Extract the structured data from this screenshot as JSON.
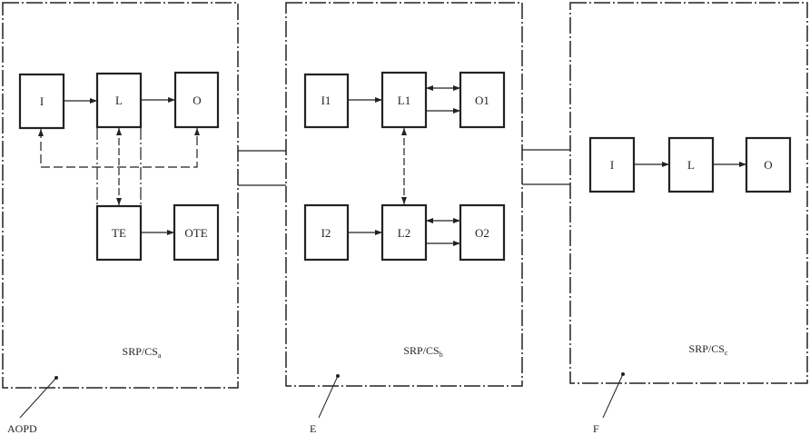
{
  "panels": [
    {
      "label": "SRP/CS",
      "sub": "a",
      "callout": "AOPD",
      "blocks": {
        "i": "I",
        "l": "L",
        "o": "O",
        "te": "TE",
        "ote": "OTE"
      }
    },
    {
      "label": "SRP/CS",
      "sub": "b",
      "callout": "E",
      "blocks": {
        "i1": "I1",
        "l1": "L1",
        "o1": "O1",
        "i2": "I2",
        "l2": "L2",
        "o2": "O2"
      }
    },
    {
      "label": "SRP/CS",
      "sub": "c",
      "callout": "F",
      "blocks": {
        "i": "I",
        "l": "L",
        "o": "O"
      }
    }
  ],
  "colors": {
    "ink": "#222222",
    "background": "#ffffff"
  }
}
